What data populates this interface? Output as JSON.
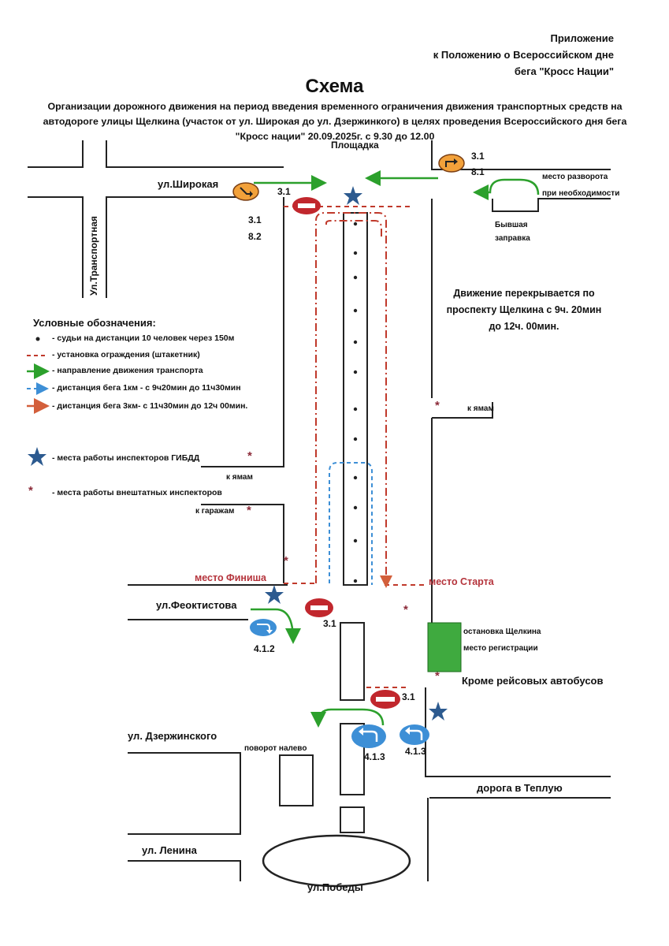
{
  "header": {
    "appendix_lines": [
      "Приложение",
      "к Положению о Всероссийском дне",
      "бега \"Кросс Нации\""
    ],
    "title": "Схема",
    "subtitle_lines": [
      "Организации дорожного движения на период введения временного ограничения движения транспортных средств на",
      "автодороге улицы Щелкина (участок от ул. Широкая до ул. Дзержинкого) в целях проведения Всероссийского дня бега",
      "\"Кросс нации\" 20.09.2025г. с 9.30 до 12.00"
    ]
  },
  "streets": {
    "ploshchadka": "Площадка",
    "shirokaya": "ул.Широкая",
    "transportnaya": "Ул.Транспортная",
    "feoktistova": "ул.Феоктистова",
    "dzerzhinskogo": "ул. Дзержинского",
    "lenina": "ул. Ленина",
    "pobedy": "ул.Победы",
    "teplaya": "дорога в Теплую"
  },
  "places": {
    "u_turn": "место разворота",
    "if_needed": "при необходимости",
    "former_station_1": "Бывшая",
    "former_station_2": "заправка",
    "to_pits_right": "к ямам",
    "to_pits_left": "к ямам",
    "to_garages": "к гаражам",
    "finish": "место Финиша",
    "start": "место Старта",
    "bus_stop": "остановка Щелкина",
    "registration": "место регистрации",
    "except_buses": "Кроме рейсовых автобусов",
    "left_turn": "поворот налево"
  },
  "notice_lines": [
    "Движение перекрывается по",
    "проспекту Щелкина с 9ч. 20мин",
    "до 12ч. 00мин."
  ],
  "legend": {
    "title": "Условные обозначения:",
    "items": [
      "-  судьи на дистанции 10 человек через 150м",
      "-  установка ограждения (штакетник)",
      "-   направление движения транспорта",
      "- дистанция бега 1км - с  9ч20мин до 11ч30мин",
      "- дистанция бега 3км- с 11ч30мин до 12ч 00мин.",
      "-  места работы инспекторов ГИБДД",
      "-  места работы внештатных инспекторов"
    ]
  },
  "signs": {
    "s31_a": "3.1",
    "s81": "8.1",
    "s31_b": "3.1",
    "s31_c": "3.1",
    "s82": "8.2",
    "s31_d": "3.1",
    "s412": "4.1.2",
    "s31_e": "3.1",
    "s413_a": "4.1.3",
    "s413_b": "4.1.3"
  },
  "colors": {
    "road_line": "#222222",
    "fence": "#c0392b",
    "traffic_arrow": "#2ca02c",
    "run_1km": "#3d8fd6",
    "run_3km": "#d35f3b",
    "route_3km": "#c0392b",
    "star": "#2c5a8f",
    "no_entry": "#c1272d",
    "mandatory": "#3d8fd6",
    "bus_stop": "#3faa3f",
    "turn_sign": "#f2a13a"
  }
}
